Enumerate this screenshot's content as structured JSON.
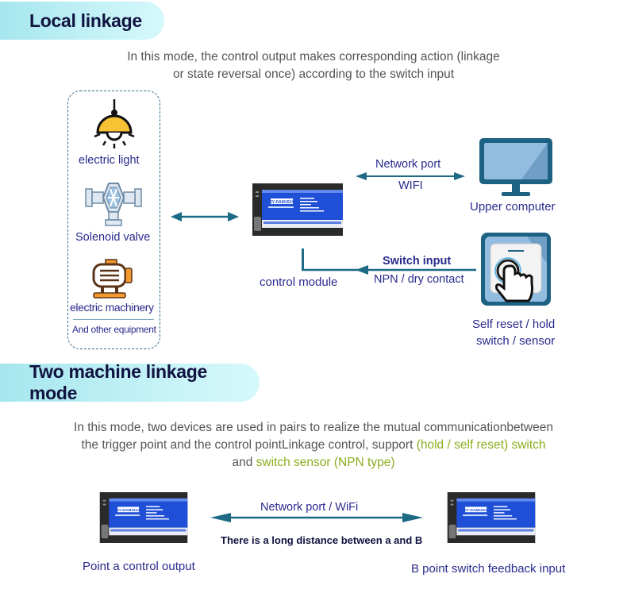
{
  "section1": {
    "title": "Local linkage",
    "description_line1": "In this mode, the control output makes corresponding action (linkage",
    "description_line2": "or state reversal once) according to the switch input",
    "equipment": {
      "items": [
        {
          "label": "electric light",
          "icon": "lamp-icon"
        },
        {
          "label": "Solenoid valve",
          "icon": "valve-icon"
        },
        {
          "label": "electric machinery",
          "icon": "motor-icon"
        }
      ],
      "footer": "And other equipment"
    },
    "control_module": {
      "label": "control module",
      "model": "JY-DAM1624"
    },
    "network_link": {
      "line1": "Network port",
      "line2": "WIFI"
    },
    "upper_computer": {
      "label": "Upper computer"
    },
    "switch_link": {
      "line1": "Switch input",
      "line2": "NPN / dry contact"
    },
    "switch_device": {
      "line1": "Self reset / hold",
      "line2": "switch / sensor"
    }
  },
  "section2": {
    "title": "Two machine linkage mode",
    "description_line1": "In this mode, two devices are used in pairs to realize the mutual communicationbetween",
    "description_line2_plain": "the trigger point and the control pointLinkage control, support ",
    "description_line2_highlight": "(hold / self reset) switch",
    "description_line3_plain": "and ",
    "description_line3_highlight": "switch sensor (NPN type)",
    "link_label": "Network port / WiFi",
    "distance_note": "There is a long distance between a and B",
    "point_a": {
      "label": "Point a control output",
      "model": "JY-DAM1624"
    },
    "point_b": {
      "label": "B point switch feedback input",
      "model": "JY-DAM1624"
    }
  },
  "colors": {
    "banner_text": "#10123f",
    "label_text": "#2a2a8e",
    "description_text": "#555555",
    "highlight": "#8cad1f",
    "arrow": "#1e6a85",
    "device_blue": "#1f4fd6",
    "device_body": "#2b2b2b"
  }
}
